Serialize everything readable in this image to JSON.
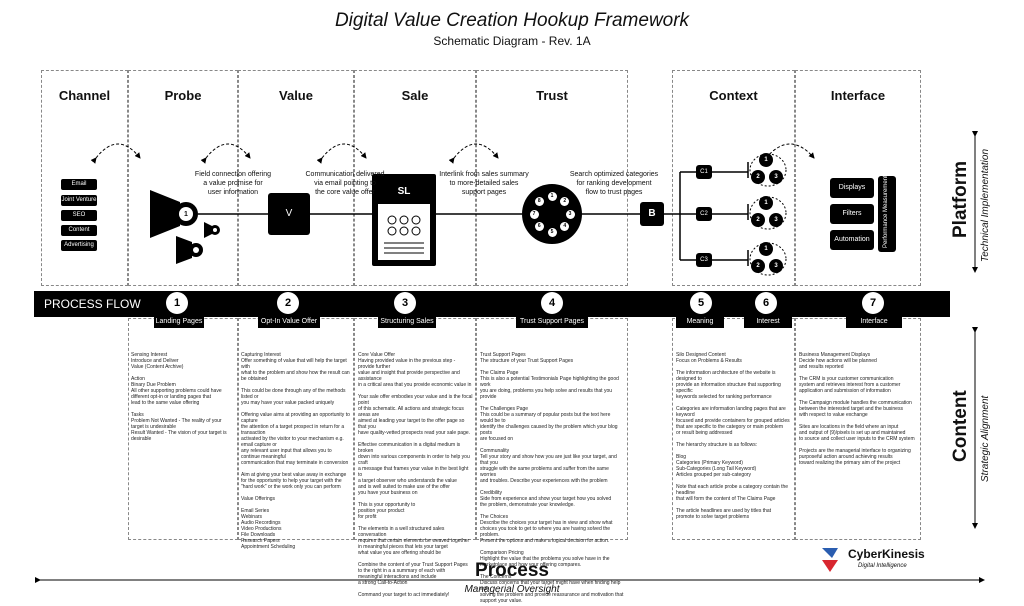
{
  "header": {
    "title": "Digital Value Creation Hookup Framework",
    "subtitle": "Schematic Diagram - Rev. 1A"
  },
  "columns": [
    "Channel",
    "Probe",
    "Value",
    "Sale",
    "Trust",
    "Context",
    "Interface"
  ],
  "channel_items": [
    "Email",
    "Joint Venture",
    "SEO",
    "Content",
    "Advertising"
  ],
  "probe": {
    "node": "1"
  },
  "value_box": "V",
  "sale_box": "SL",
  "trust_nodes": [
    "1",
    "2",
    "3",
    "4",
    "5",
    "6",
    "7",
    "8"
  ],
  "context": {
    "hub": "B",
    "branches": [
      "C1",
      "C2",
      "C3"
    ],
    "subnodes": [
      "1",
      "2",
      "3"
    ]
  },
  "interface": {
    "items": [
      "Displays",
      "Filters",
      "Automation"
    ],
    "side": "Performance Measurement"
  },
  "annotations": {
    "probe_value": "Field connection offering\na value promise for\nuser information",
    "value_sale": "Communication delivered\nvia email pointing to\nthe core value offer",
    "sale_trust": "Interlink from sales summary\nto more-detailed sales\nsupport pages",
    "trust_context": "Search optimized categories\nfor ranking development\nflow to trust pages"
  },
  "process_flow": {
    "label": "PROCESS FLOW",
    "steps": [
      {
        "num": "1",
        "label": "Landing Pages"
      },
      {
        "num": "2",
        "label": "Opt-In Value Offer"
      },
      {
        "num": "3",
        "label": "Structuring Sales"
      },
      {
        "num": "4",
        "label": "Trust Support Pages"
      },
      {
        "num": "5",
        "label": "Meaning"
      },
      {
        "num": "6",
        "label": "Interest"
      },
      {
        "num": "7",
        "label": "Interface"
      }
    ]
  },
  "content_text": {
    "landing": "Sensing Interest\nIntroduce and Deliver\nValue (Content Archive)\n\nAction\nBinary Due Problem\nAll other supporting problems could have\ndifferent opt-in or landing pages that\nlead to the same value offering\n\nTasks\nProblem Not Wanted - The reality of your target is undesirable\nResult Wanted - The vision of your target is desirable",
    "optin": "Capturing Interest\nOffer something of value that will help the target with\nwhat to the problem and show how the result can be obtained\n\nThis could be done through any of the methods listed or\nyou may have your value packed uniquely\n\nOffering value aims at providing an opportunity to capture\nthe attention of a target prospect in return for a transaction\nactivated by the visitor to your mechanism e.g. email capture or\nany relevant user input that allows you to continue meaningful\ncommunication that may terminate in conversion\n\nAim at giving your best value away in exchange\nfor the opportunity to help your target with the\n\"hard work\" or the work only you can perform\n\nValue Offerings\n\nEmail Series\nWebinars\nAudio Recordings\nVideo Productions\nFile Downloads\nResearch Papers\nAppointment Scheduling",
    "sales": "Core Value Offer\nHaving provided value in the previous step - provide further\nvalue and insight that provide perspective and assistance\nin a critical area that you provide economic value in\n\nYour sale offer embodies your value and is the focal point\nof this schematic. All actions and strategic focus areas are\naimed at leading your target to the offer page so that you\nhave quality-vetted prospects read your sale page.\n\nEffective communication in a digital medium is broken\ndown into various components in order to help you craft\na message that frames your value in the best light to\na target observer who understands the value\nand is well suited to make use of the offer\nyou have your business on\n\nThis is your opportunity to\nposition your product\nfor profit\n\nThe elements in a well structured sales conversation\nrequires that certain elements be weaved together\nin meaningful pieces that lets your target\nwhat value you are offering should be\n\nCombine the content of your Trust Support Pages\nto the right in a a summary of each with\nmeaningful interactions and include\na strong Call-to-Action\n\nCommand your target to act immediately!",
    "trust": "Trust Support Pages\nThe structure of your Trust Support Pages\n\nThe Claims Page\nThis is also a potential Testimonials Page highlighting the good work\nyou are doing, problems you help solve and results that you provide\n\nThe Challenges Page\nThis could be a summary of popular posts but the text here would be to\nidentify the challenges caused by the problem which your blog posts\nare focused on\n\nCommunality\nTell your story and show how you are just like your target, and that you\nstruggle with the same problems and suffer from the same worries\nand troubles. Describe your experiences with the problem\n\nCredibility\nSide from experience and show your target how you solved\nthe problem, demonstrate your knowledge.\n\nThe Choices\nDescribe the choices your target has in view and show what\nchoices you took to get to where you are having solved the problem.\nPresent the options and make a logical decision for action.\n\nComparison Pricing\nHighlight the value that the problems you solve have in the\nmarketplace and how your offering compares.\n\nThe Concerns\nDiscuss concerns that your target might have when finding help with\nsolving the problem and provide reassurance and motivation that\nsupport your value.",
    "meaning": "Silo Designed Content\nFocus on Problems & Results\n\nThe information architecture of the website is designed to\nprovide an information structure that supporting specific\nkeywords selected for ranking performance\n\nCategories are information landing pages that are keyword\nfocused and provide containers for grouped articles\nthat are specific to the category or main problem\nor result being addressed\n\nThe hierarchy structure is as follows:\n\nBlog\nCategories (Primary Keyword)\nSub-Categories (Long Tail Keyword)\nArticles grouped per sub-category\n\nNote that each article probe a category contain the headline\nthat will form the content of The Claims Page\n\nThe article headlines are used by titles that\npromote to solve target problems",
    "interface": "Business Management Displays\nDecide how actions will be planned\nand results reported\n\nThe CRM is your customer communication\nsystem and retrieves interest from a customer\napplication and submission of information\n\nThe Campaign module handles the communication\nbetween the interested target and the business\nwith respect to value exchange\n\nSites are locations in the field where an input\nand output of (9)/pixels is set up and maintained\nto source and collect user inputs to the CRM system\n\nProjects are the managerial interface to organizing\npurposeful action around achieving results\ntoward realizing the primary aim of the project"
  },
  "sides": {
    "platform": "Platform",
    "platform_sub": "Technical Implementation",
    "content": "Content",
    "content_sub": "Strategic Alignment"
  },
  "footer": {
    "process": "Process",
    "oversight": "Managerial Oversight"
  },
  "logo": {
    "name": "CyberKinesis",
    "tagline": "Digital Intelligence"
  }
}
